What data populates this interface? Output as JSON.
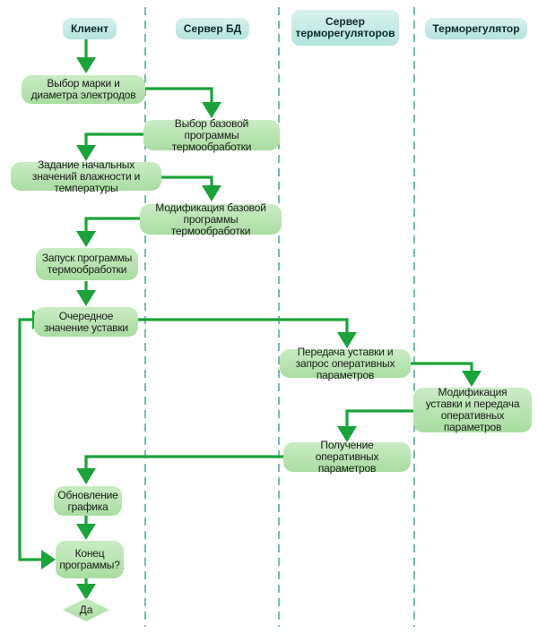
{
  "lanes": [
    {
      "name": "Клиент"
    },
    {
      "name": "Сервер БД"
    },
    {
      "name": "Сервер терморегуляторов"
    },
    {
      "name": "Терморегулятор"
    }
  ],
  "nodes": {
    "select_brand": "Выбор марки и диаметра электродов",
    "select_base_program": "Выбор базовой программы термообработки",
    "set_initial_values": "Задание начальных значений влажности и температуры",
    "modify_base_program": "Модификация базовой программы термообработки",
    "start_program": "Запуск программы термообработки",
    "next_setpoint": "Очередное значение уставки",
    "send_setpoint_request": "Передача уставки и запрос оперативных параметров",
    "modify_setpoint_send": "Модификация уставки и передача оперативных параметров",
    "receive_params": "Получение оперативных параметров",
    "update_graph": "Обновление графика",
    "end_check": "Конец программы?",
    "yes": "Да"
  },
  "colors": {
    "flow": "#1ba33a",
    "node_fill": "#b8e4b1",
    "lane_header_fill": "#c5ebe5",
    "lane_divider": "#3aa08c"
  }
}
